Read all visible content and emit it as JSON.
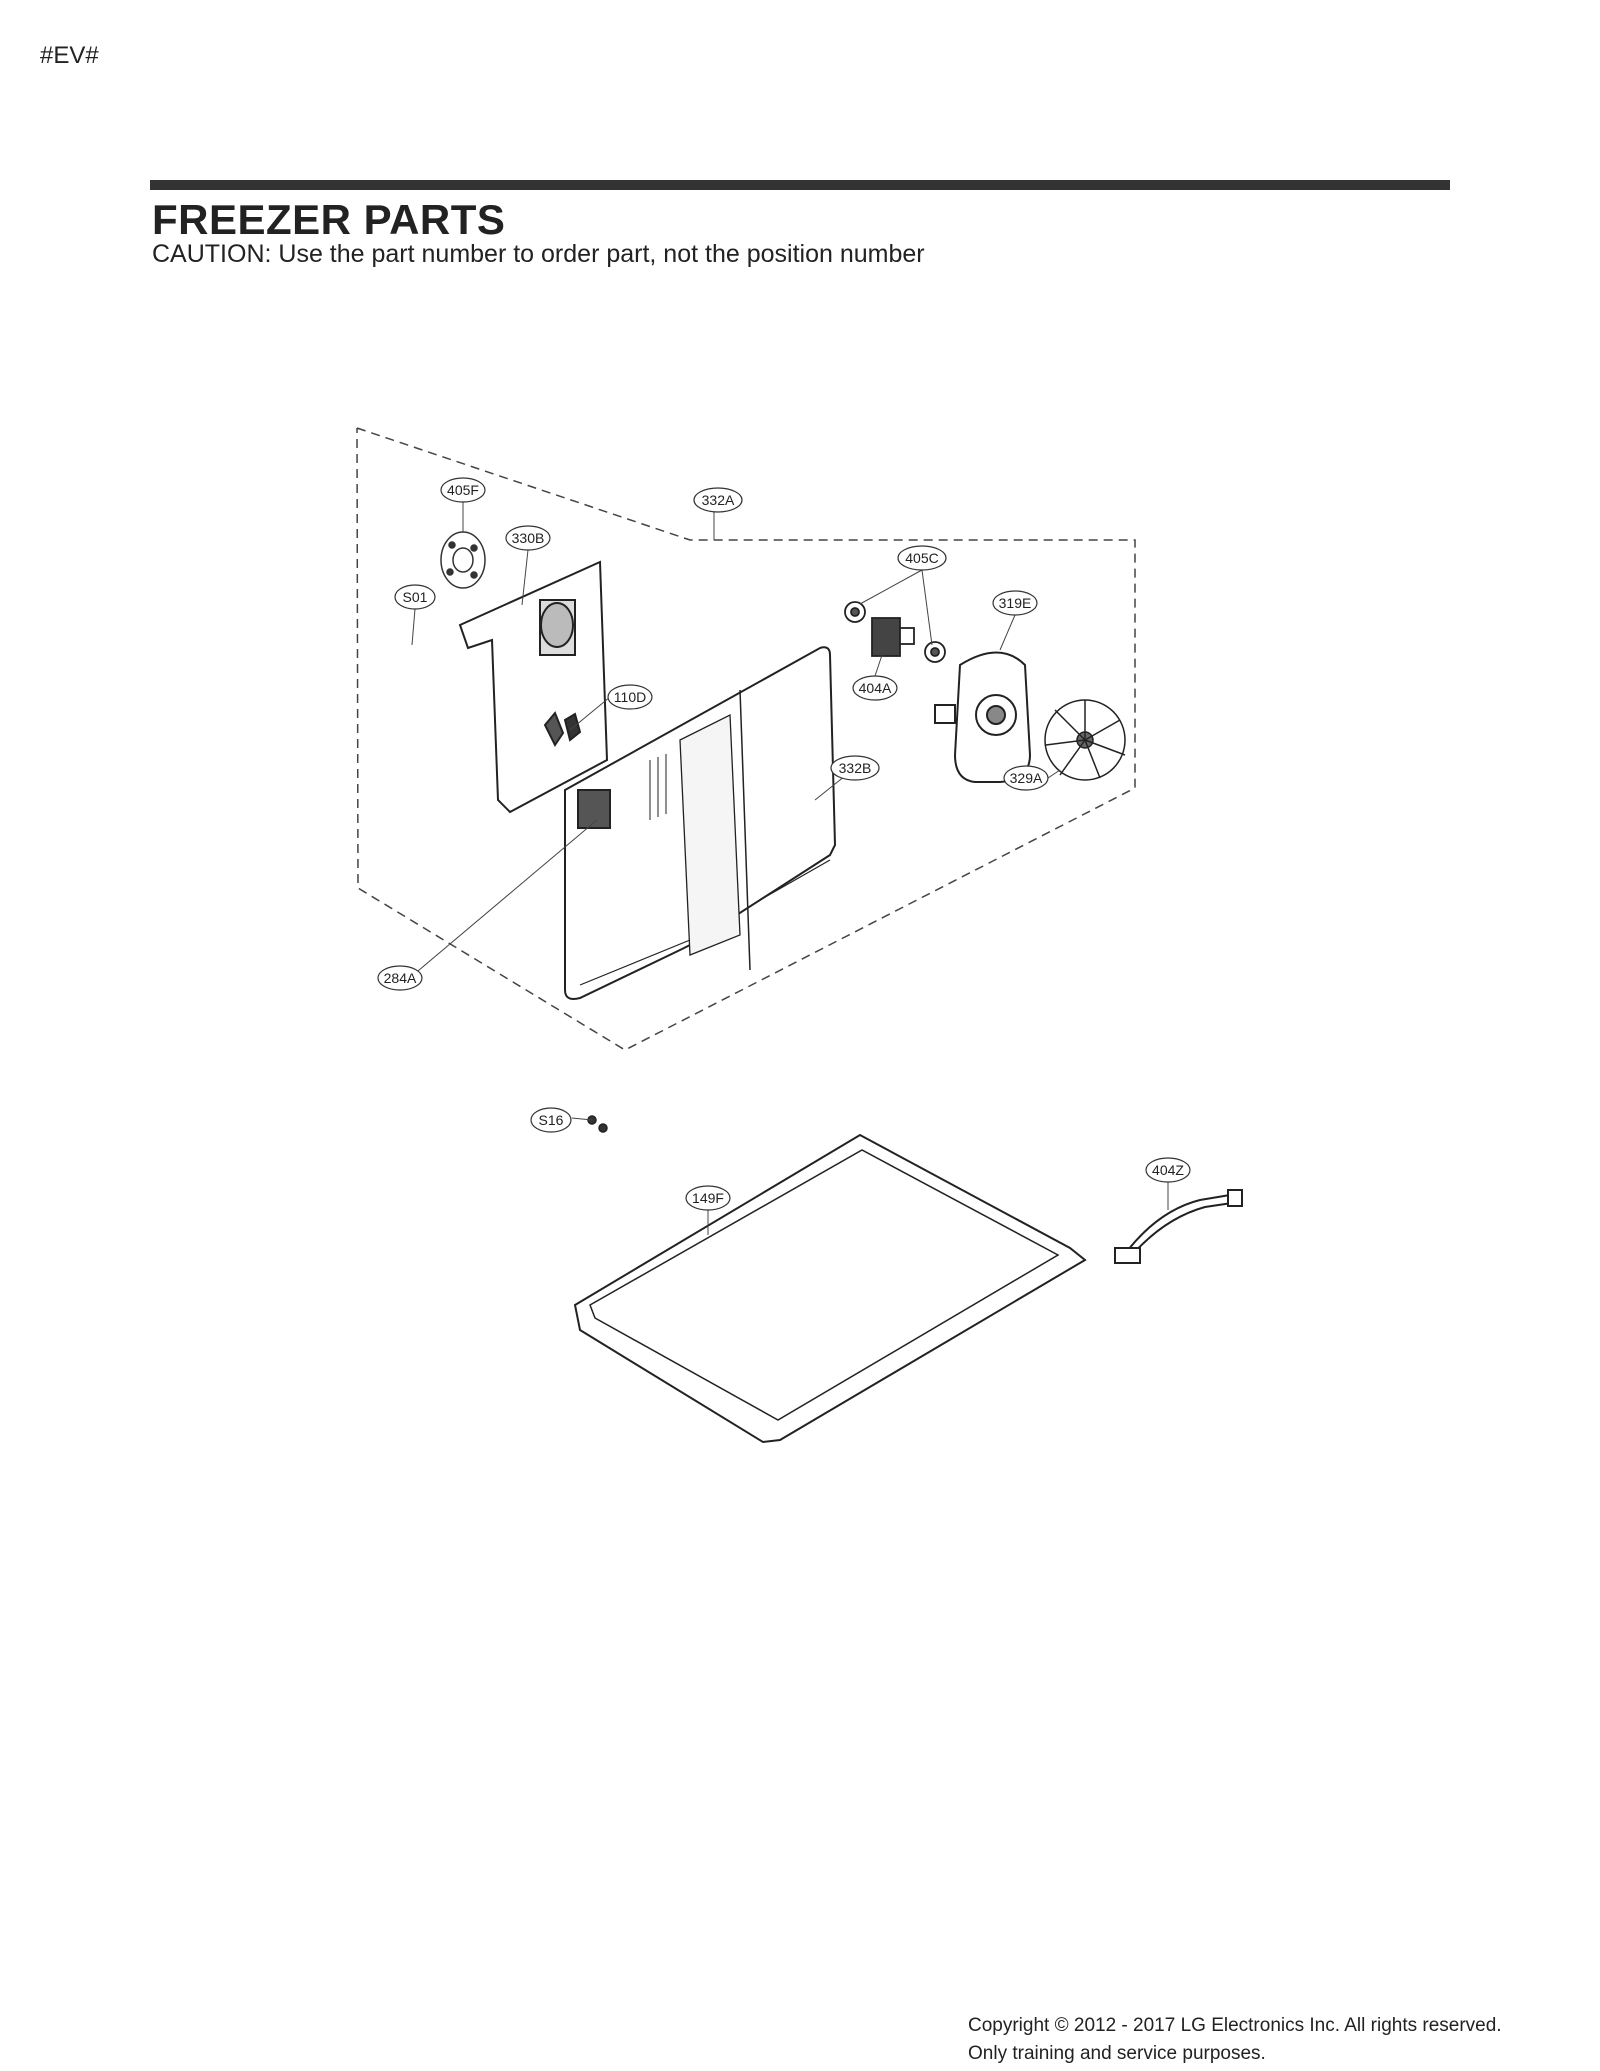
{
  "page_mark": "#EV#",
  "header": {
    "title": "FREEZER PARTS",
    "caution": "CAUTION: Use the part number to order part, not the position number"
  },
  "callouts": {
    "c405F": "405F",
    "c332A": "332A",
    "c330B": "330B",
    "c405C": "405C",
    "cS01": "S01",
    "c319E": "319E",
    "c110D": "110D",
    "c404A": "404A",
    "c332B": "332B",
    "c329A": "329A",
    "c284A": "284A",
    "cS16": "S16",
    "c404Z": "404Z",
    "c149F": "149F"
  },
  "footer": {
    "copyright": "Copyright © 2012 - 2017 LG Electronics Inc. All rights reserved.",
    "notice": "Only training and service purposes."
  }
}
